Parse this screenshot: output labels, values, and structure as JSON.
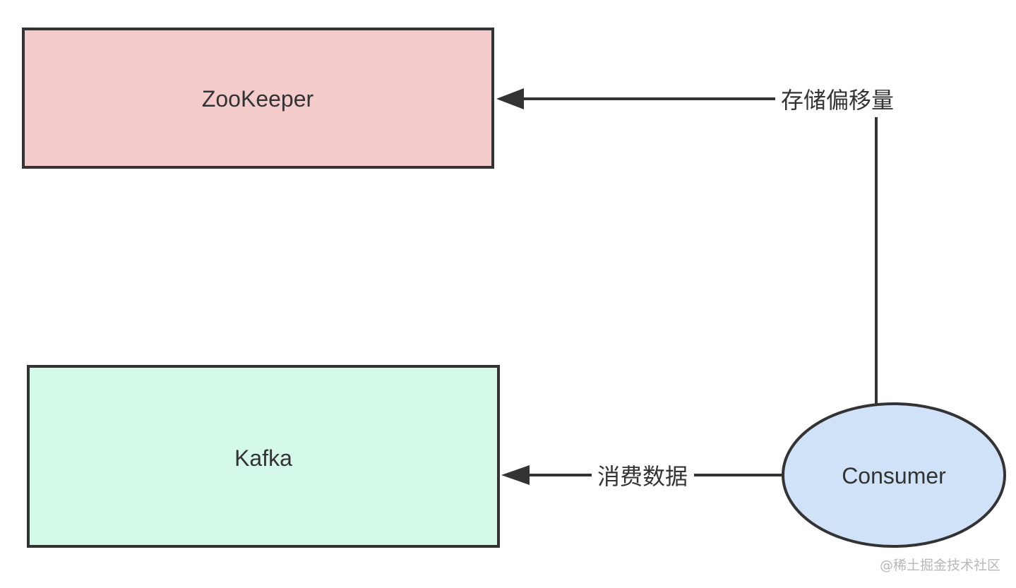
{
  "diagram": {
    "nodes": {
      "zookeeper": {
        "label": "ZooKeeper",
        "fill": "#f4cccc",
        "stroke": "#333333"
      },
      "kafka": {
        "label": "Kafka",
        "fill": "#d5f9e8",
        "stroke": "#333333"
      },
      "consumer": {
        "label": "Consumer",
        "fill": "#cfe2f7",
        "stroke": "#333333"
      }
    },
    "edges": [
      {
        "from": "Consumer",
        "to": "ZooKeeper",
        "label": "存储偏移量"
      },
      {
        "from": "Consumer",
        "to": "Kafka",
        "label": "消费数据"
      }
    ]
  },
  "watermark": "@稀土掘金技术社区"
}
